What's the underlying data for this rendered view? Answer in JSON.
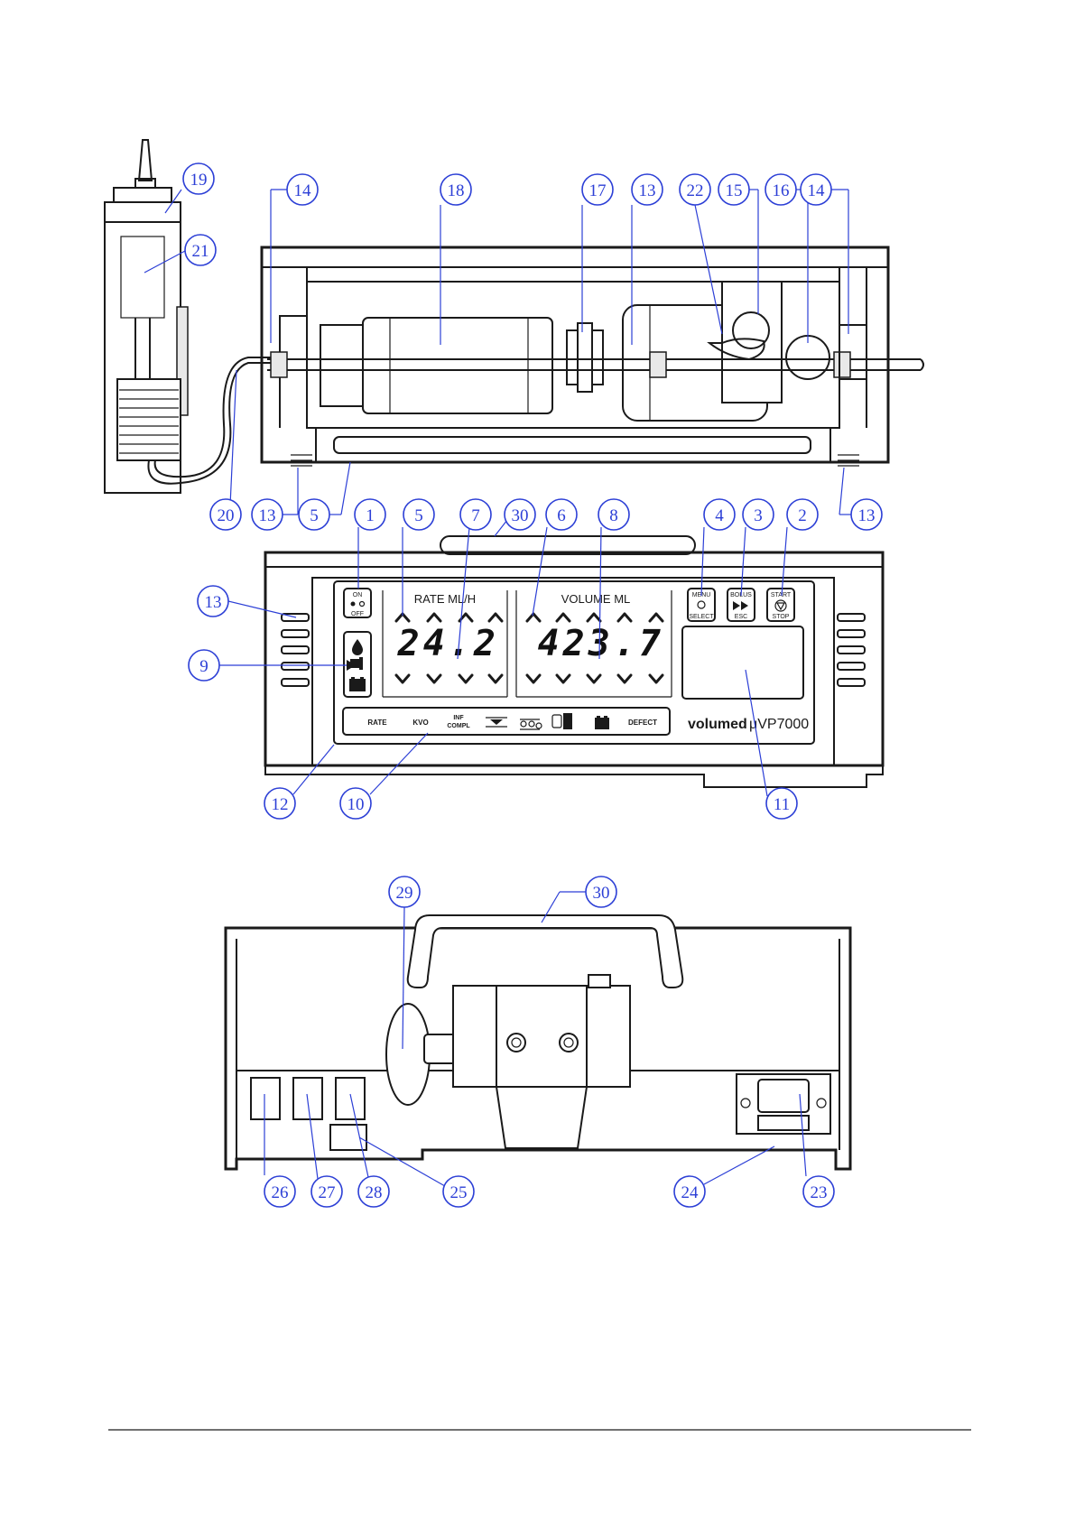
{
  "front_panel": {
    "rate_header": "RATE ML/H",
    "volume_header": "VOLUME ML",
    "rate_value": "24.2",
    "volume_value": "423.7",
    "btn_on": "ON",
    "btn_off": "OFF",
    "btn_menu": "MENU",
    "btn_select": "SELECT",
    "btn_bolus": "BOLUS",
    "btn_esc": "ESC",
    "btn_start": "START",
    "btn_stop": "STOP",
    "status_rate": "RATE",
    "status_kvo": "KVO",
    "status_inf": "INF",
    "status_compl": "COMPL",
    "status_defect": "DEFECT",
    "brand": "volumed",
    "model": "μVP7000"
  },
  "callouts": {
    "c1": "1",
    "c2": "2",
    "c3": "3",
    "c4": "4",
    "c5": "5",
    "c6": "6",
    "c7": "7",
    "c8": "8",
    "c9": "9",
    "c10": "10",
    "c11": "11",
    "c12": "12",
    "c13": "13",
    "c14": "14",
    "c15": "15",
    "c16": "16",
    "c17": "17",
    "c18": "18",
    "c19": "19",
    "c20": "20",
    "c21": "21",
    "c22": "22",
    "c23": "23",
    "c24": "24",
    "c25": "25",
    "c26": "26",
    "c27": "27",
    "c28": "28",
    "c29": "29",
    "c30": "30"
  },
  "colors": {
    "callout": "#2c3fd6",
    "line": "#1a1a1a"
  }
}
